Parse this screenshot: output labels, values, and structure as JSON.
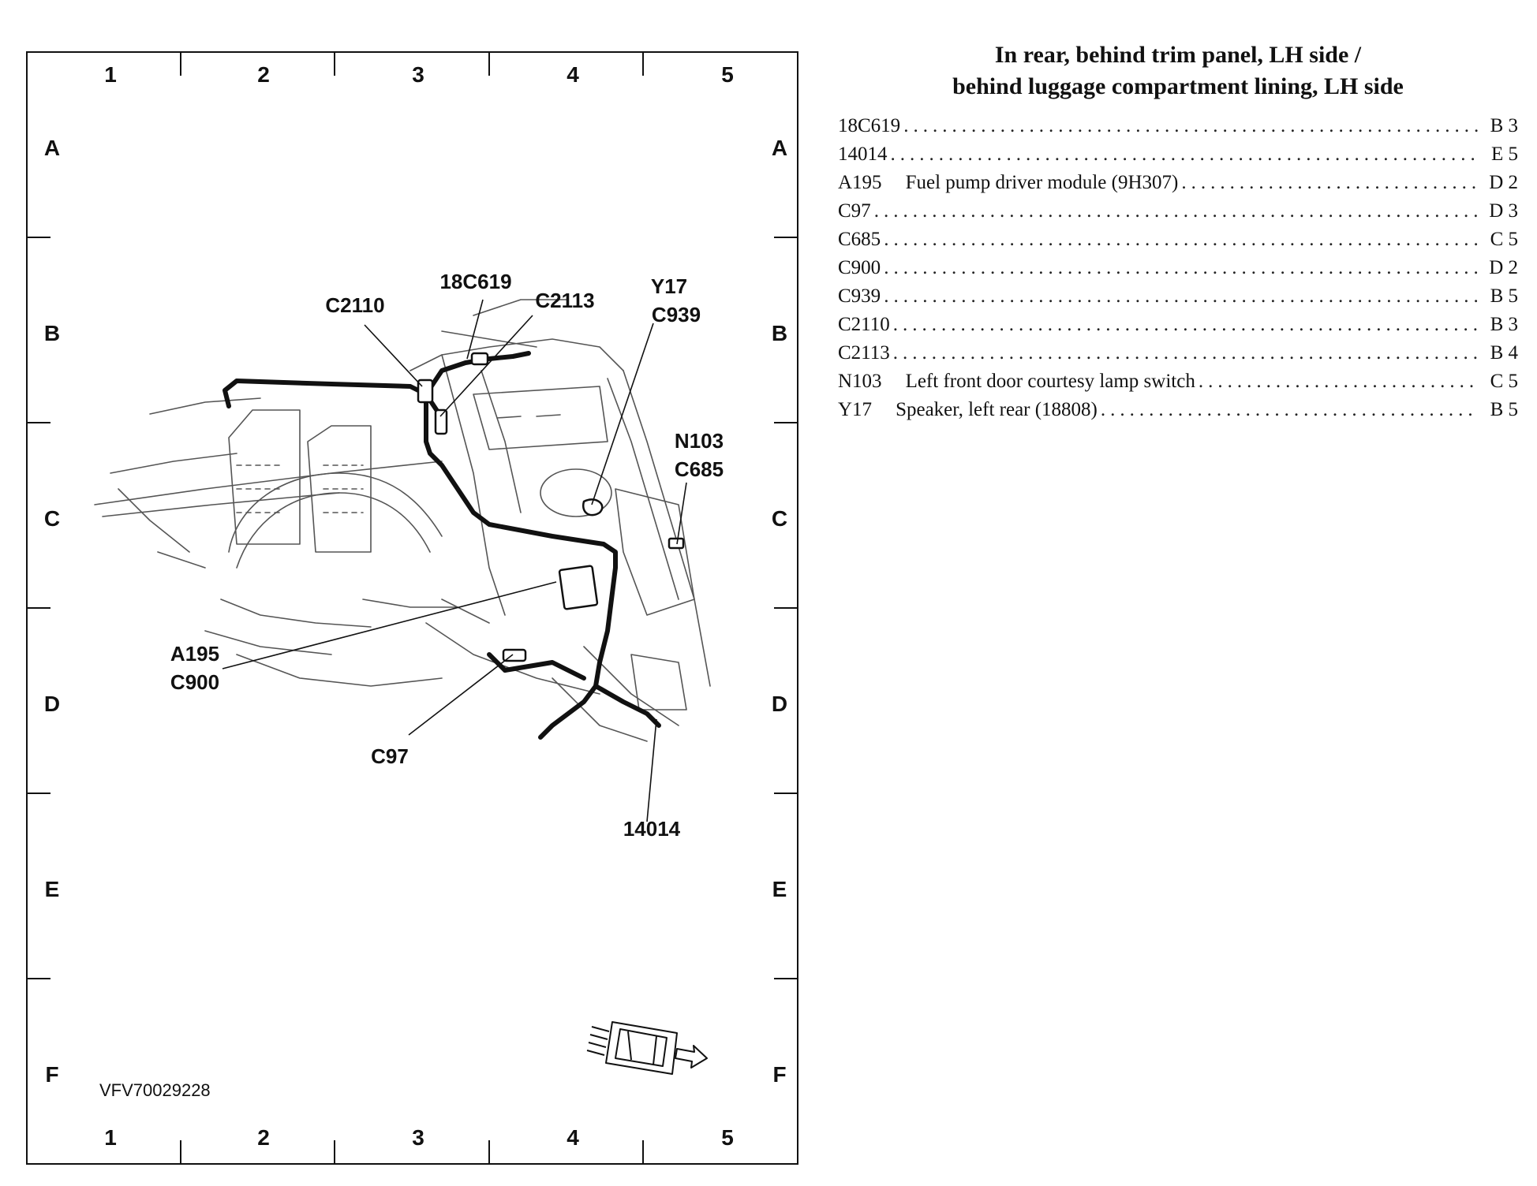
{
  "grid": {
    "columns": [
      "1",
      "2",
      "3",
      "4",
      "5"
    ],
    "rows": [
      "A",
      "B",
      "C",
      "D",
      "E",
      "F"
    ]
  },
  "figure_id": "VFV70029228",
  "callouts": {
    "c2110": "C2110",
    "c18c619": "18C619",
    "c2113": "C2113",
    "y17": "Y17",
    "c939": "C939",
    "n103": "N103",
    "c685": "C685",
    "a195": "A195",
    "c900": "C900",
    "c97": "C97",
    "c14014": "14014"
  },
  "legend": {
    "title_line1": "In rear, behind trim panel, LH side /",
    "title_line2": "behind luggage compartment lining, LH side",
    "leader": "..........................................................................................................................................................................",
    "rows": [
      {
        "code": "18C619",
        "desc": "",
        "loc": "B 3"
      },
      {
        "code": "14014",
        "desc": "",
        "loc": "E 5"
      },
      {
        "code": "A195",
        "desc": "Fuel pump driver module (9H307)",
        "loc": "D 2"
      },
      {
        "code": "C97",
        "desc": "",
        "loc": "D 3"
      },
      {
        "code": "C685",
        "desc": "",
        "loc": "C 5"
      },
      {
        "code": "C900",
        "desc": "",
        "loc": "D 2"
      },
      {
        "code": "C939",
        "desc": "",
        "loc": "B 5"
      },
      {
        "code": "C2110",
        "desc": "",
        "loc": "B 3"
      },
      {
        "code": "C2113",
        "desc": "",
        "loc": "B 4"
      },
      {
        "code": "N103",
        "desc": "Left front door courtesy lamp switch",
        "loc": "C 5"
      },
      {
        "code": "Y17",
        "desc": "Speaker, left rear (18808)",
        "loc": "B 5"
      }
    ]
  },
  "icons": {
    "vehicle": "vehicle-direction-icon"
  }
}
